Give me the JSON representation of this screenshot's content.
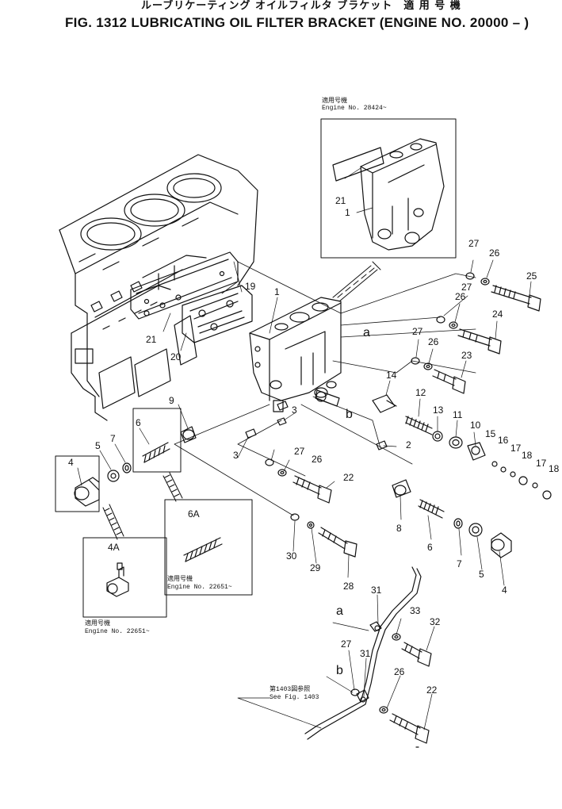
{
  "header": {
    "japanese_title": "ルーブリケーティング オイルフィルタ ブラケット　適 用 号 機",
    "figure_title": "FIG. 1312  LUBRICATING OIL FILTER BRACKET (ENGINE NO. 20000 – )"
  },
  "notes": {
    "top_inset": {
      "jp": "適用号機",
      "en": "Engine No. 28424~"
    },
    "inset_6a": {
      "jp": "適用号機",
      "en": "Engine No. 22651~"
    },
    "inset_4a": {
      "jp": "適用号機",
      "en": "Engine No. 22651~"
    },
    "see_fig": {
      "jp": "第1403図参照",
      "en": "See Fig. 1403"
    }
  },
  "letters": {
    "a_top": "a",
    "b_top": "b",
    "a_bottom": "a",
    "b_bottom": "b"
  },
  "callouts": {
    "c27a": "27",
    "c26a": "26",
    "c25": "25",
    "c27b": "27",
    "c26b": "26",
    "c24": "24",
    "c27c": "27",
    "c26c": "26",
    "c23": "23",
    "c14": "14",
    "c12": "12",
    "c13": "13",
    "c11": "11",
    "c10": "10",
    "c15": "15",
    "c16": "16",
    "c17a": "17",
    "c18a": "18",
    "c17b": "17",
    "c18b": "18",
    "c1_main": "1",
    "c19": "19",
    "c21_main": "21",
    "c20": "20",
    "c1_inset": "1",
    "c21_inset": "21",
    "c9": "9",
    "c6_left": "6",
    "c7_left": "7",
    "c5_left": "5",
    "c4_left": "4",
    "c3a": "3",
    "c3b": "3",
    "c2": "2",
    "c27d": "27",
    "c26d": "26",
    "c22a": "22",
    "c8": "8",
    "c6_right": "6",
    "c7_right": "7",
    "c5_right": "5",
    "c4_right": "4",
    "c30": "30",
    "c29": "29",
    "c28": "28",
    "c6a": "6A",
    "c4a": "4A",
    "c31a": "31",
    "c33": "33",
    "c32": "32",
    "c27e": "27",
    "c31b": "31",
    "c26e": "26",
    "c22b": "22"
  }
}
